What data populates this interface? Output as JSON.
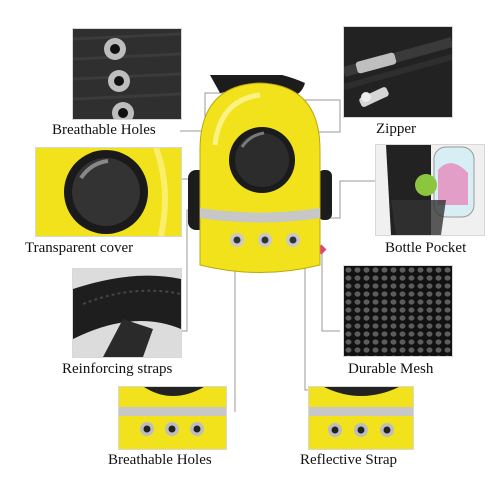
{
  "labels": {
    "breathable_holes_top": "Breathable Holes",
    "transparent_cover": "Transparent cover",
    "reinforcing_straps": "Reinforcing straps",
    "breathable_holes_bottom": "Breathable Holes",
    "zipper": "Zipper",
    "bottle_pocket": "Bottle Pocket",
    "durable_mesh": "Durable Mesh",
    "reflective_strap": "Reflective Strap"
  },
  "colors": {
    "shell_yellow": "#f2e21c",
    "marker_pink": "#e0457a",
    "connector_line": "#9a9a9a",
    "strap_black": "#1c1c1c"
  }
}
